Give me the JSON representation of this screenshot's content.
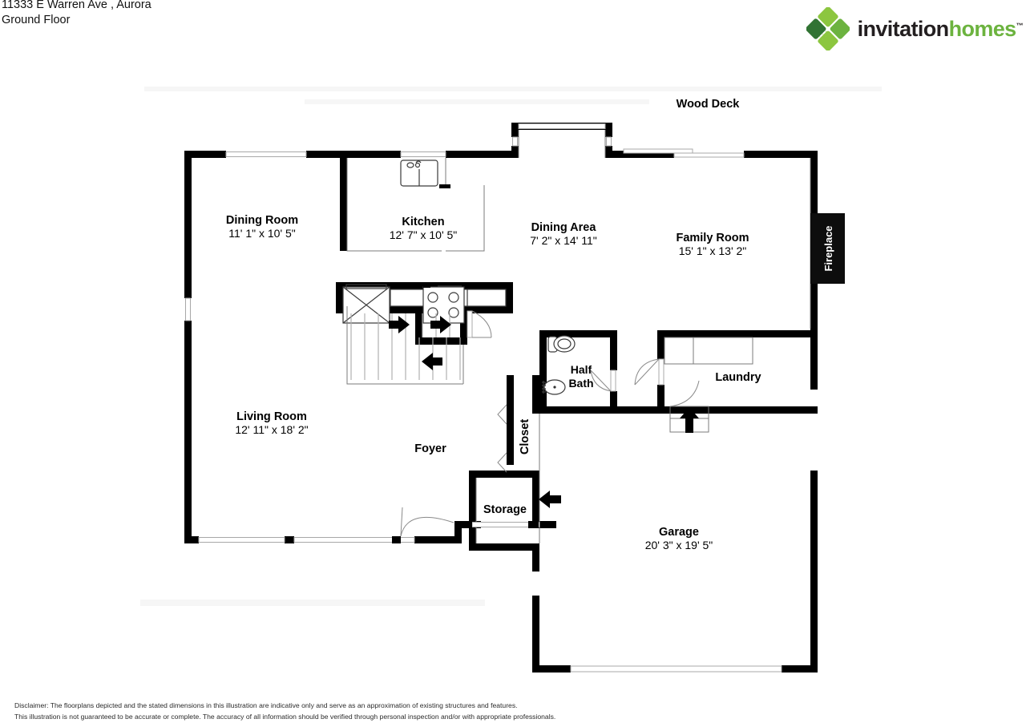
{
  "header": {
    "address": "11333 E Warren Ave , Aurora",
    "floor": "Ground Floor",
    "logo": {
      "mark_name": "invitation-homes-diamond-logo",
      "word_part1": "invitation",
      "word_part2": "homes",
      "trademark": "™",
      "colors": {
        "green_light": "#8cc63f",
        "green_mid": "#6cb33f",
        "green_dark": "#3f8a3a",
        "green_deep": "#2f6e33",
        "word_dark": "#231f20"
      }
    }
  },
  "plan": {
    "title": "Ground Floor Plan",
    "rooms": [
      {
        "key": "dining_room",
        "name": "Dining Room",
        "dimensions": "11' 1\" x 10' 5\""
      },
      {
        "key": "kitchen",
        "name": "Kitchen",
        "dimensions": "12' 7\" x 10' 5\""
      },
      {
        "key": "dining_area",
        "name": "Dining Area",
        "dimensions": "7' 2\" x 14' 11\""
      },
      {
        "key": "family_room",
        "name": "Family Room",
        "dimensions": "15' 1\" x 13' 2\""
      },
      {
        "key": "living_room",
        "name": "Living Room",
        "dimensions": "12' 11\" x 18' 2\""
      },
      {
        "key": "garage",
        "name": "Garage",
        "dimensions": "20' 3\" x 19' 5\""
      }
    ],
    "labels": {
      "wood_deck": "Wood Deck",
      "fireplace": "Fireplace",
      "half_bath_line1": "Half",
      "half_bath_line2": "Bath",
      "laundry": "Laundry",
      "closet": "Closet",
      "foyer": "Foyer",
      "storage": "Storage"
    },
    "features": {
      "stair_arrow_up_1": "up-arrow-right",
      "stair_arrow_up_2": "up-arrow-right",
      "stair_arrow_down": "down-arrow-left",
      "garage_entry_arrow": "entry-arrow-left",
      "laundry_entry_arrow": "entry-arrow-up",
      "kitchen_sink": "sink-fixture",
      "kitchen_range": "range-four-burner",
      "refrigerator": "refrigerator-fixture",
      "toilet": "toilet-fixture",
      "vanity_sink": "vanity-sink-fixture"
    }
  },
  "disclaimer": {
    "line1": "Disclaimer: The floorplans depicted and the stated dimensions in this illustration are indicative only and serve as an approximation of existing structures and features.",
    "line2": "This illustration is not guaranteed to be accurate or complete. The accuracy of all information should be verified through personal inspection and/or with appropriate professionals."
  }
}
